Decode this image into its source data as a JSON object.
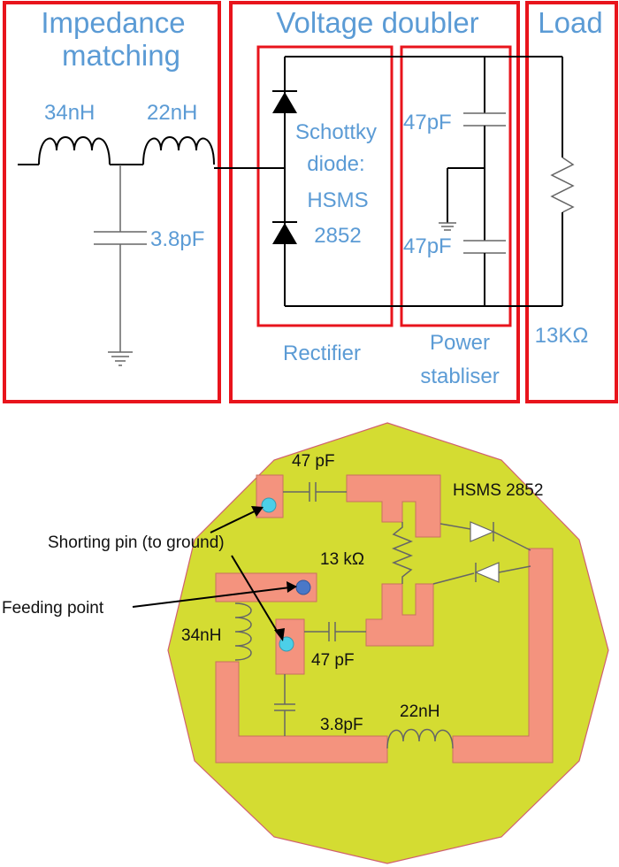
{
  "schematic": {
    "sections": {
      "impedance_matching": "Impedance\nmatching",
      "impedance_line1": "Impedance",
      "impedance_line2": "matching",
      "voltage_doubler": "Voltage doubler",
      "load": "Load"
    },
    "labels": {
      "l1": "34nH",
      "l2": "22nH",
      "c_match": "3.8pF",
      "c_top": "47pF",
      "c_bottom": "47pF",
      "diode_line1": "Schottky",
      "diode_line2": "diode:",
      "diode_line3": "HSMS",
      "diode_line4": "2852",
      "rectifier": "Rectifier",
      "power_line1": "Power",
      "power_line2": "stabliser",
      "load_value": "13KΩ"
    },
    "colors": {
      "text_blue": "#5b9bd5",
      "box_red": "#e8141c"
    }
  },
  "layout_board": {
    "labels": {
      "cap_top": "47 pF",
      "diode_part": "HSMS 2852",
      "shorting_pin": "Shorting pin (to ground)",
      "resistor": "13 kΩ",
      "feeding_point": "Feeding point",
      "l1": "34nH",
      "cap_bottom": "47 pF",
      "c_match": "3.8pF",
      "l2": "22nH"
    },
    "colors": {
      "substrate": "#d4dc32",
      "copper": "#f4937e",
      "pin_shorting": "#4ccfe8",
      "pin_feed": "#4a78c8"
    }
  }
}
